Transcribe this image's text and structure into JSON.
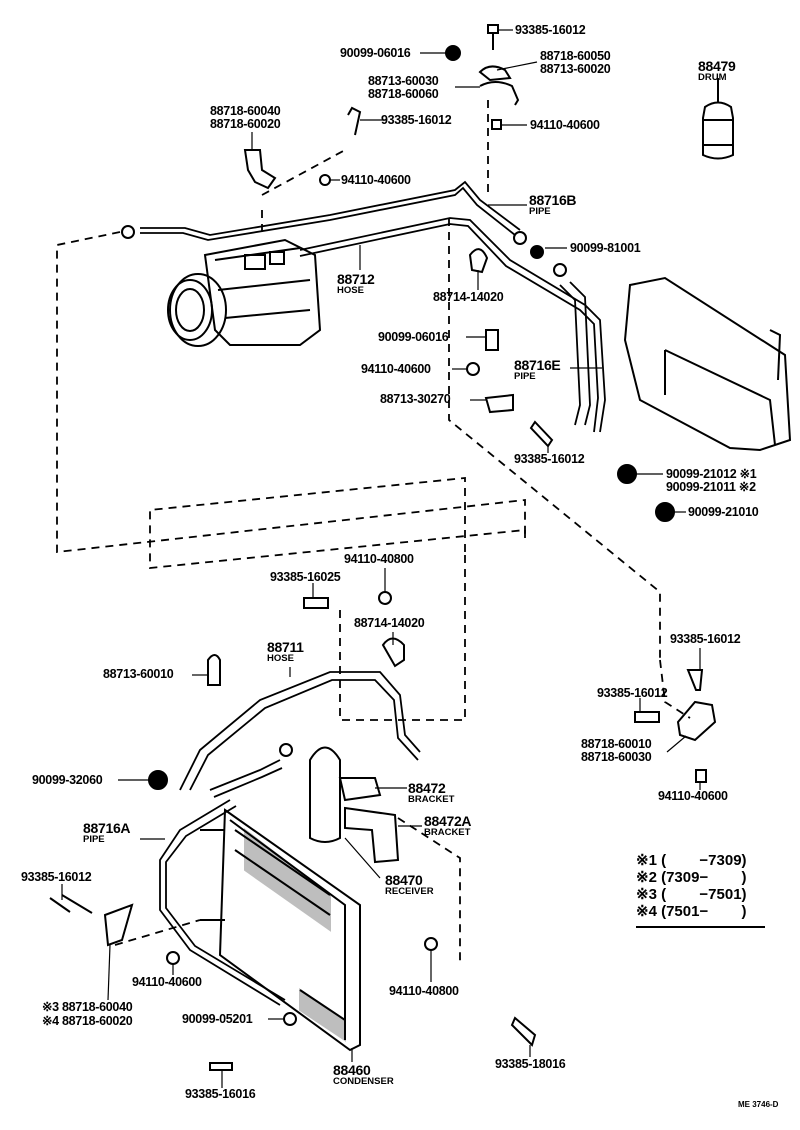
{
  "diagram": {
    "type": "exploded-parts-diagram",
    "code": "ME 3746-D",
    "parts": {
      "p93385_16012_top": "93385-16012",
      "p90099_06016_top": "90099-06016",
      "p88718_60050": "88718-60050",
      "p88713_60020": "88713-60020",
      "p88713_60030": "88713-60030",
      "p88718_60060": "88718-60060",
      "p88479": "88479",
      "p88479_desc": "DRUM",
      "p88718_60040": "88718-60040",
      "p88718_60020": "88718-60020",
      "p93385_16012_b": "93385-16012",
      "p94110_40600_top": "94110-40600",
      "p94110_40600_b": "94110-40600",
      "p88716B": "88716B",
      "p88716B_desc": "PIPE",
      "p90099_81001": "90099-81001",
      "p88712": "88712",
      "p88712_desc": "HOSE",
      "p88714_14020_top": "88714-14020",
      "p90099_06016_mid": "90099-06016",
      "p94110_40600_mid": "94110-40600",
      "p88716E": "88716E",
      "p88716E_desc": "PIPE",
      "p88713_30270": "88713-30270",
      "p93385_16012_mid": "93385-16012",
      "p90099_21012": "90099-21012",
      "p90099_21012_note": "※1",
      "p90099_21011": "90099-21011",
      "p90099_21011_note": "※2",
      "p90099_21010": "90099-21010",
      "p94110_40800_a": "94110-40800",
      "p93385_16025": "93385-16025",
      "p88714_14020_low": "88714-14020",
      "p88711": "88711",
      "p88711_desc": "HOSE",
      "p88713_60010": "88713-60010",
      "p93385_16012_r1": "93385-16012",
      "p93385_16012_r2": "93385-16012",
      "p88718_60010": "88718-60010",
      "p88718_60030": "88718-60030",
      "p94110_40600_r": "94110-40600",
      "p90099_32060": "90099-32060",
      "p88472": "88472",
      "p88472_desc": "BRACKET",
      "p88472A": "88472A",
      "p88472A_desc": "BRACKET",
      "p88716A": "88716A",
      "p88716A_desc": "PIPE",
      "p88470": "88470",
      "p88470_desc": "RECEIVER",
      "p93385_16012_l": "93385-16012",
      "p94110_40600_l": "94110-40600",
      "p94110_40800_b": "94110-40800",
      "p88718_60040_n": "※3 88718-60040",
      "p88718_60020_n": "※4 88718-60020",
      "p90099_05201": "90099-05201",
      "p88460": "88460",
      "p88460_desc": "CONDENSER",
      "p93385_18016": "93385-18016",
      "p93385_16016": "93385-16016"
    },
    "legend": {
      "n1": "※1 (        −7309)",
      "n2": "※2 (7309−        )",
      "n3": "※3 (        −7501)",
      "n4": "※4 (7501−        )"
    }
  }
}
